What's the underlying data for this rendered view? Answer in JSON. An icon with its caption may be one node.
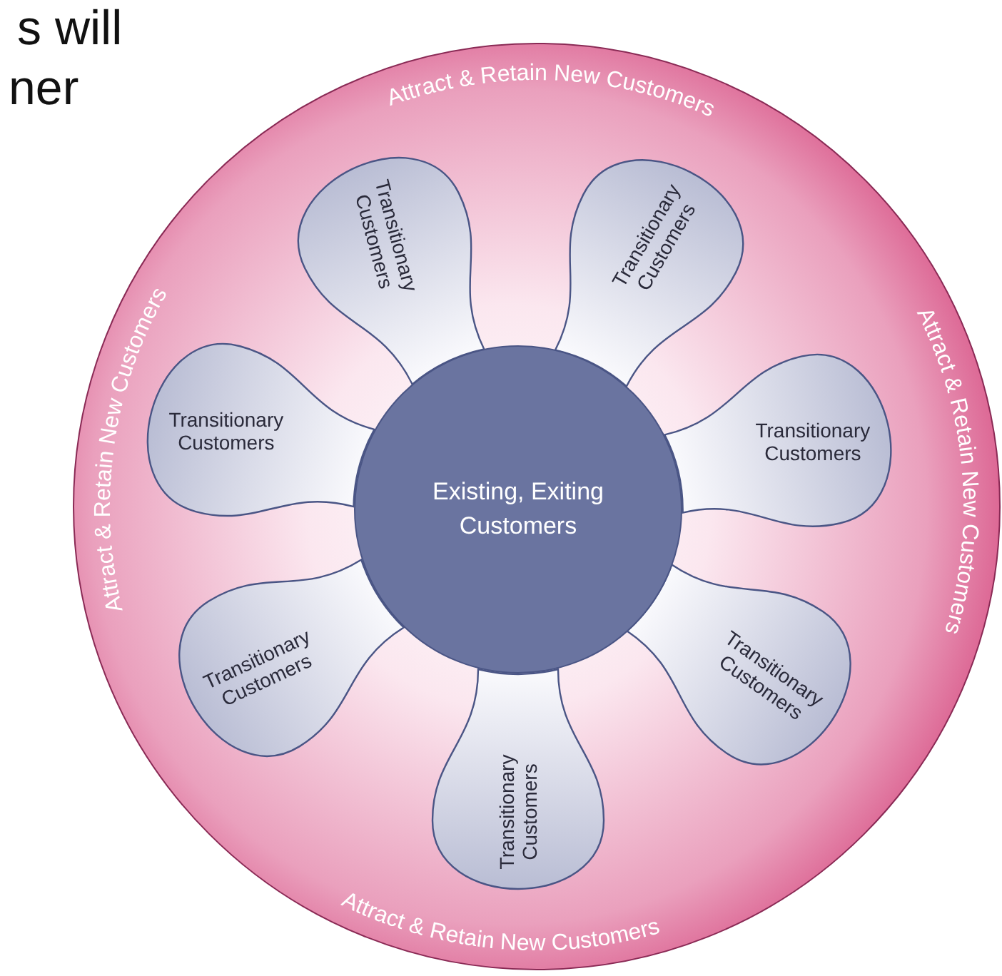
{
  "diagram": {
    "nodes": [
      {
        "text": [
          "Attract & Retain New Customers",
          "Attract & Retain New Customers",
          "Attract & Retain New Customers",
          "Attract & Retain New Customers"
        ]
      },
      {
        "text": [
          "Existing, Exiting Customers"
        ],
        "in": 0
      },
      {
        "text": [
          "Transitionary Customers"
        ],
        "in": 0
      },
      {
        "text": [
          "Transitionary Customers"
        ],
        "in": 0
      },
      {
        "text": [
          "Transitionary Customers"
        ],
        "in": 0
      },
      {
        "text": [
          "Transitionary Customers"
        ],
        "in": 0
      },
      {
        "text": [
          "Transitionary Customers"
        ],
        "in": 0
      },
      {
        "text": [
          "Transitionary Customers"
        ],
        "in": 0
      },
      {
        "text": [
          "Transitionary Customers"
        ],
        "in": 0
      }
    ],
    "edges": [],
    "labels": [
      "s will",
      "ner"
    ]
  }
}
